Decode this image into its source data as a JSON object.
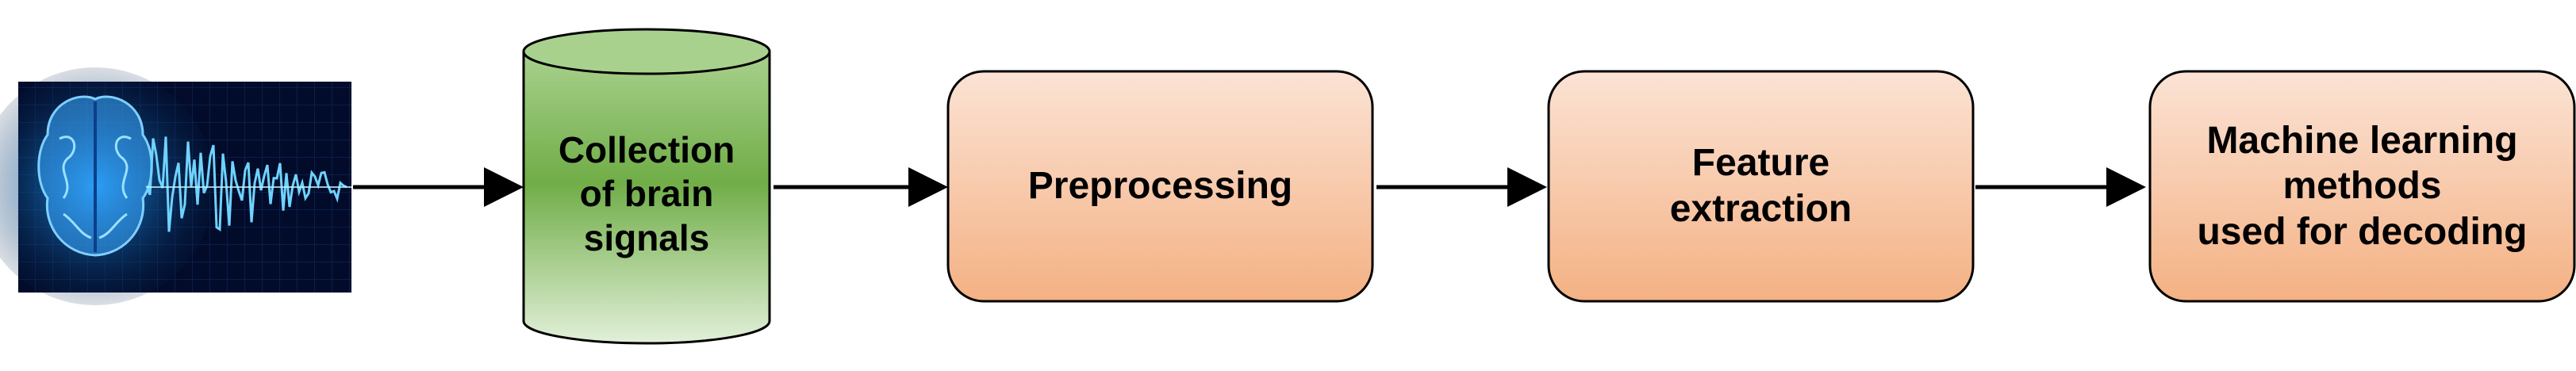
{
  "diagram": {
    "nodes": [
      {
        "id": "brain-signal-image",
        "kind": "image",
        "icon": "brain-eeg-waveform-icon"
      },
      {
        "id": "collection",
        "kind": "cylinder",
        "label": "Collection\nof brain\nsignals"
      },
      {
        "id": "preprocessing",
        "kind": "box",
        "label": "Preprocessing"
      },
      {
        "id": "feature-extraction",
        "kind": "box",
        "label": "Feature\nextraction"
      },
      {
        "id": "decoding",
        "kind": "box",
        "label": "Machine learning\nmethods\nused for decoding"
      }
    ],
    "edges": [
      {
        "from": "brain-signal-image",
        "to": "collection"
      },
      {
        "from": "collection",
        "to": "preprocessing"
      },
      {
        "from": "preprocessing",
        "to": "feature-extraction"
      },
      {
        "from": "feature-extraction",
        "to": "decoding"
      }
    ],
    "colors": {
      "box_fill_top": "#fbe3d5",
      "box_fill_bottom": "#f4b183",
      "box_stroke": "#000000",
      "cylinder_fill_top": "#a9d18e",
      "cylinder_fill_mid": "#70ad47",
      "cylinder_fill_bottom": "#e2f0d9",
      "arrow": "#000000",
      "image_bg": "#020c2a",
      "image_glow": "#1ea0ff"
    }
  }
}
